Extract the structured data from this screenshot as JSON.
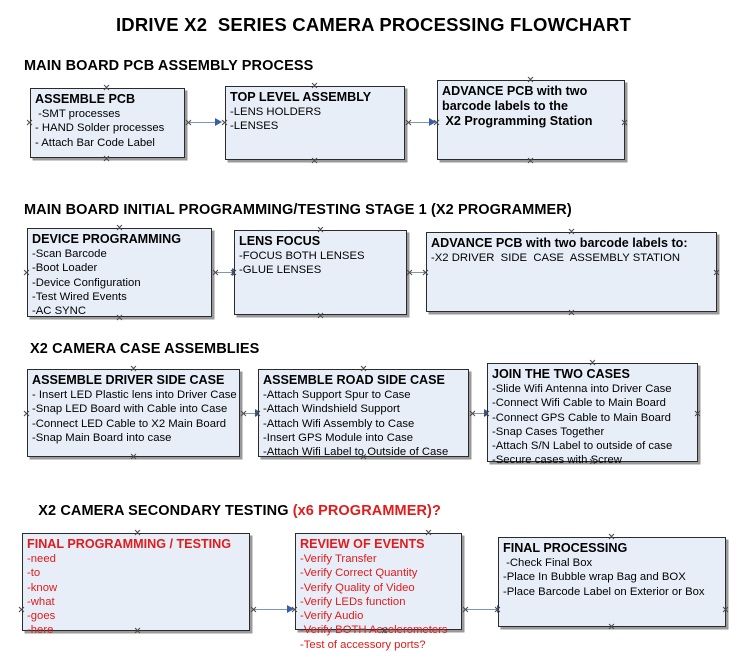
{
  "title": "IDRIVE X2  SERIES CAMERA PROCESSING FLOWCHART",
  "colors": {
    "node_fill": "#e8eef8",
    "node_border": "#2b2b2b",
    "connector": "#7f96b5",
    "arrow": "#3a5ea8",
    "red_text": "#e01b1b",
    "black_text": "#000000"
  },
  "sections": [
    {
      "heading": "MAIN BOARD PCB ASSEMBLY PROCESS",
      "heading_red": "",
      "nodes": [
        {
          "header": "ASSEMBLE PCB",
          "items": [
            " -SMT processes",
            "- HAND Solder processes",
            "- Attach Bar Code Label"
          ],
          "color": "black"
        },
        {
          "header": "TOP LEVEL ASSEMBLY",
          "items": [
            "-LENS HOLDERS",
            "-LENSES"
          ],
          "color": "black"
        },
        {
          "header": "ADVANCE PCB with two",
          "items": [],
          "header_extra": [
            "barcode labels to the",
            " X2 Programming Station"
          ],
          "color": "black"
        }
      ]
    },
    {
      "heading": "MAIN BOARD INITIAL PROGRAMMING/TESTING STAGE 1 (X2 PROGRAMMER)",
      "heading_red": "",
      "nodes": [
        {
          "header": "DEVICE PROGRAMMING",
          "items": [
            "-Scan Barcode",
            "-Boot Loader",
            "-Device Configuration",
            "-Test Wired Events",
            "-AC SYNC"
          ],
          "color": "black"
        },
        {
          "header": "LENS FOCUS",
          "items": [
            "-FOCUS BOTH LENSES",
            "-GLUE LENSES"
          ],
          "color": "black"
        },
        {
          "header": "ADVANCE PCB with two barcode labels to:",
          "items": [
            "-X2 DRIVER  SIDE  CASE  ASSEMBLY STATION"
          ],
          "color": "black"
        }
      ]
    },
    {
      "heading": "X2 CAMERA CASE ASSEMBLIES",
      "heading_red": "",
      "nodes": [
        {
          "header": "ASSEMBLE DRIVER SIDE CASE",
          "items": [
            "- Insert LED Plastic lens into Driver Case",
            "-Snap LED Board with Cable into Case",
            "-Connect LED Cable to X2 Main Board",
            "-Snap Main Board into case"
          ],
          "color": "black"
        },
        {
          "header": "ASSEMBLE ROAD SIDE CASE",
          "items": [
            "-Attach Support Spur to Case",
            "-Attach Windshield Support",
            "-Attach Wifi Assembly to Case",
            "-Insert GPS Module into Case",
            "-Attach Wifi Label to Outside of Case"
          ],
          "color": "black"
        },
        {
          "header": "JOIN THE TWO CASES",
          "items": [
            "-Slide Wifi Antenna into Driver Case",
            "-Connect Wifi Cable to Main Board",
            "-Connect GPS Cable to Main Board",
            "-Snap Cases Together",
            "-Attach S/N Label to outside of case",
            "-Secure cases with Screw"
          ],
          "color": "black"
        }
      ]
    },
    {
      "heading": "X2 CAMERA SECONDARY TESTING ",
      "heading_red": "(x6 PROGRAMMER)?",
      "nodes": [
        {
          "header": "FINAL PROGRAMMING / TESTING",
          "items": [
            "-need",
            "-to",
            "-know",
            "-what",
            "-goes",
            "-here"
          ],
          "color": "red"
        },
        {
          "header": "REVIEW OF EVENTS",
          "items": [
            "-Verify Transfer",
            "-Verify Correct Quantity",
            "-Verify Quality of Video",
            "-Verify LEDs function",
            "-Verify Audio",
            "-Verify BOTH Accelerometers",
            "-Test of accessory ports?"
          ],
          "color": "red"
        },
        {
          "header": "FINAL PROCESSING",
          "items": [
            " -Check Final Box",
            "-Place In Bubble wrap Bag and BOX",
            "-Place Barcode Label on Exterior or Box"
          ],
          "color": "black"
        }
      ]
    }
  ]
}
